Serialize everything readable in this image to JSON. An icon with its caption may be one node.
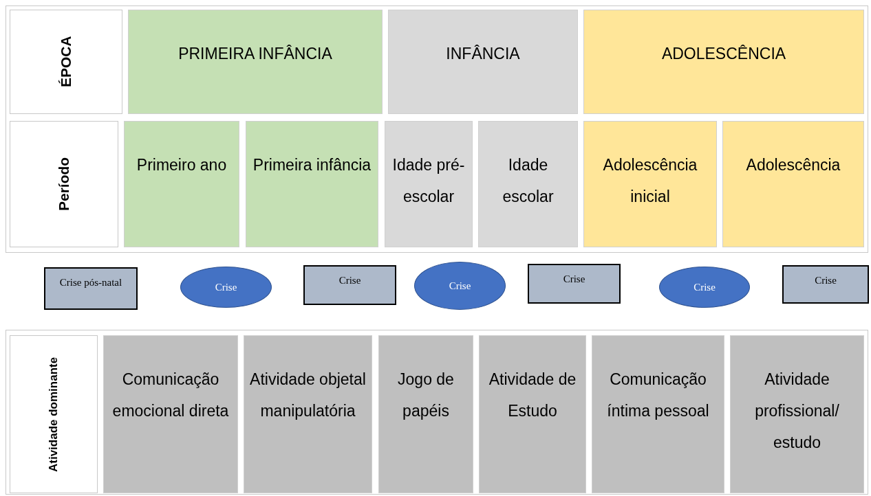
{
  "diagram": {
    "nodes": [
      {
        "text": [
          "ÉPOCA"
        ]
      },
      {
        "text": [
          "PRIMEIRA INFÂNCIA"
        ]
      },
      {
        "text": [
          "INFÂNCIA"
        ]
      },
      {
        "text": [
          "ADOLESCÊNCIA"
        ]
      },
      {
        "text": [
          "Período"
        ]
      },
      {
        "text": [
          "Primeiro ano"
        ]
      },
      {
        "text": [
          "Primeira infância"
        ]
      },
      {
        "text": [
          "Idade pré-escolar"
        ]
      },
      {
        "text": [
          "Idade escolar"
        ]
      },
      {
        "text": [
          "Adolescência inicial"
        ]
      },
      {
        "text": [
          "Adolescência"
        ]
      },
      {
        "text": [
          "Crise pós-natal"
        ]
      },
      {
        "text": [
          "Crise"
        ]
      },
      {
        "text": [
          "Crise"
        ]
      },
      {
        "text": [
          "Crise"
        ]
      },
      {
        "text": [
          "Crise"
        ]
      },
      {
        "text": [
          "Crise"
        ]
      },
      {
        "text": [
          "Crise"
        ]
      },
      {
        "text": [
          "Atividade dominante"
        ]
      },
      {
        "text": [
          "Comunicação emocional direta"
        ]
      },
      {
        "text": [
          "Atividade objetal manipulatória"
        ]
      },
      {
        "text": [
          "Jogo de papéis"
        ]
      },
      {
        "text": [
          "Atividade de Estudo"
        ]
      },
      {
        "text": [
          "Comunicação íntima pessoal"
        ]
      },
      {
        "text": [
          "Atividade profissional/ estudo"
        ]
      }
    ],
    "edges": []
  }
}
